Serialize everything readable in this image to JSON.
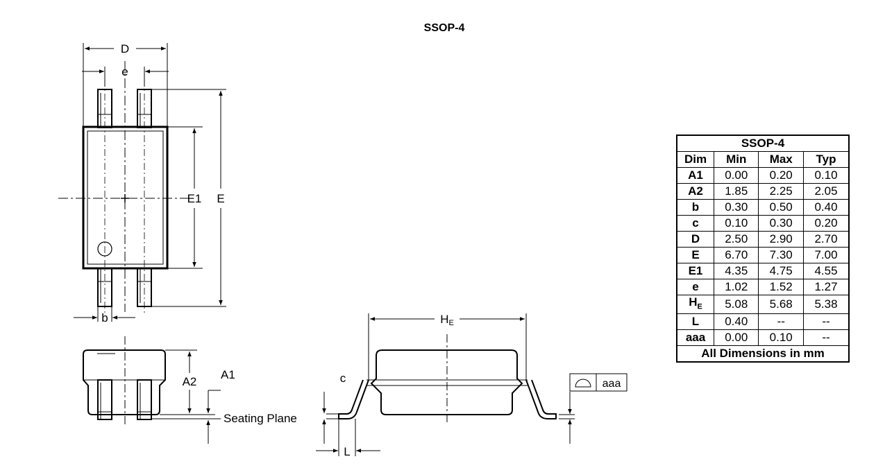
{
  "title": "SSOP-4",
  "labels": {
    "D": "D",
    "e": "e",
    "E1": "E1",
    "E": "E",
    "b": "b",
    "A2": "A2",
    "A1": "A1",
    "seating_plane": "Seating Plane",
    "HE_main": "H",
    "HE_sub": "E",
    "c": "c",
    "L": "L",
    "aaa": "aaa"
  },
  "table": {
    "title": "SSOP-4",
    "columns": [
      "Dim",
      "Min",
      "Max",
      "Typ"
    ],
    "rows": [
      {
        "dim": "A1",
        "dim_sub": "",
        "min": "0.00",
        "max": "0.20",
        "typ": "0.10"
      },
      {
        "dim": "A2",
        "dim_sub": "",
        "min": "1.85",
        "max": "2.25",
        "typ": "2.05"
      },
      {
        "dim": "b",
        "dim_sub": "",
        "min": "0.30",
        "max": "0.50",
        "typ": "0.40"
      },
      {
        "dim": "c",
        "dim_sub": "",
        "min": "0.10",
        "max": "0.30",
        "typ": "0.20"
      },
      {
        "dim": "D",
        "dim_sub": "",
        "min": "2.50",
        "max": "2.90",
        "typ": "2.70"
      },
      {
        "dim": "E",
        "dim_sub": "",
        "min": "6.70",
        "max": "7.30",
        "typ": "7.00"
      },
      {
        "dim": "E1",
        "dim_sub": "",
        "min": "4.35",
        "max": "4.75",
        "typ": "4.55"
      },
      {
        "dim": "e",
        "dim_sub": "",
        "min": "1.02",
        "max": "1.52",
        "typ": "1.27"
      },
      {
        "dim": "H",
        "dim_sub": "E",
        "min": "5.08",
        "max": "5.68",
        "typ": "5.38"
      },
      {
        "dim": "L",
        "dim_sub": "",
        "min": "0.40",
        "max": "--",
        "typ": "--"
      },
      {
        "dim": "aaa",
        "dim_sub": "",
        "min": "0.00",
        "max": "0.10",
        "typ": "--"
      }
    ],
    "footer": "All Dimensions in mm"
  }
}
